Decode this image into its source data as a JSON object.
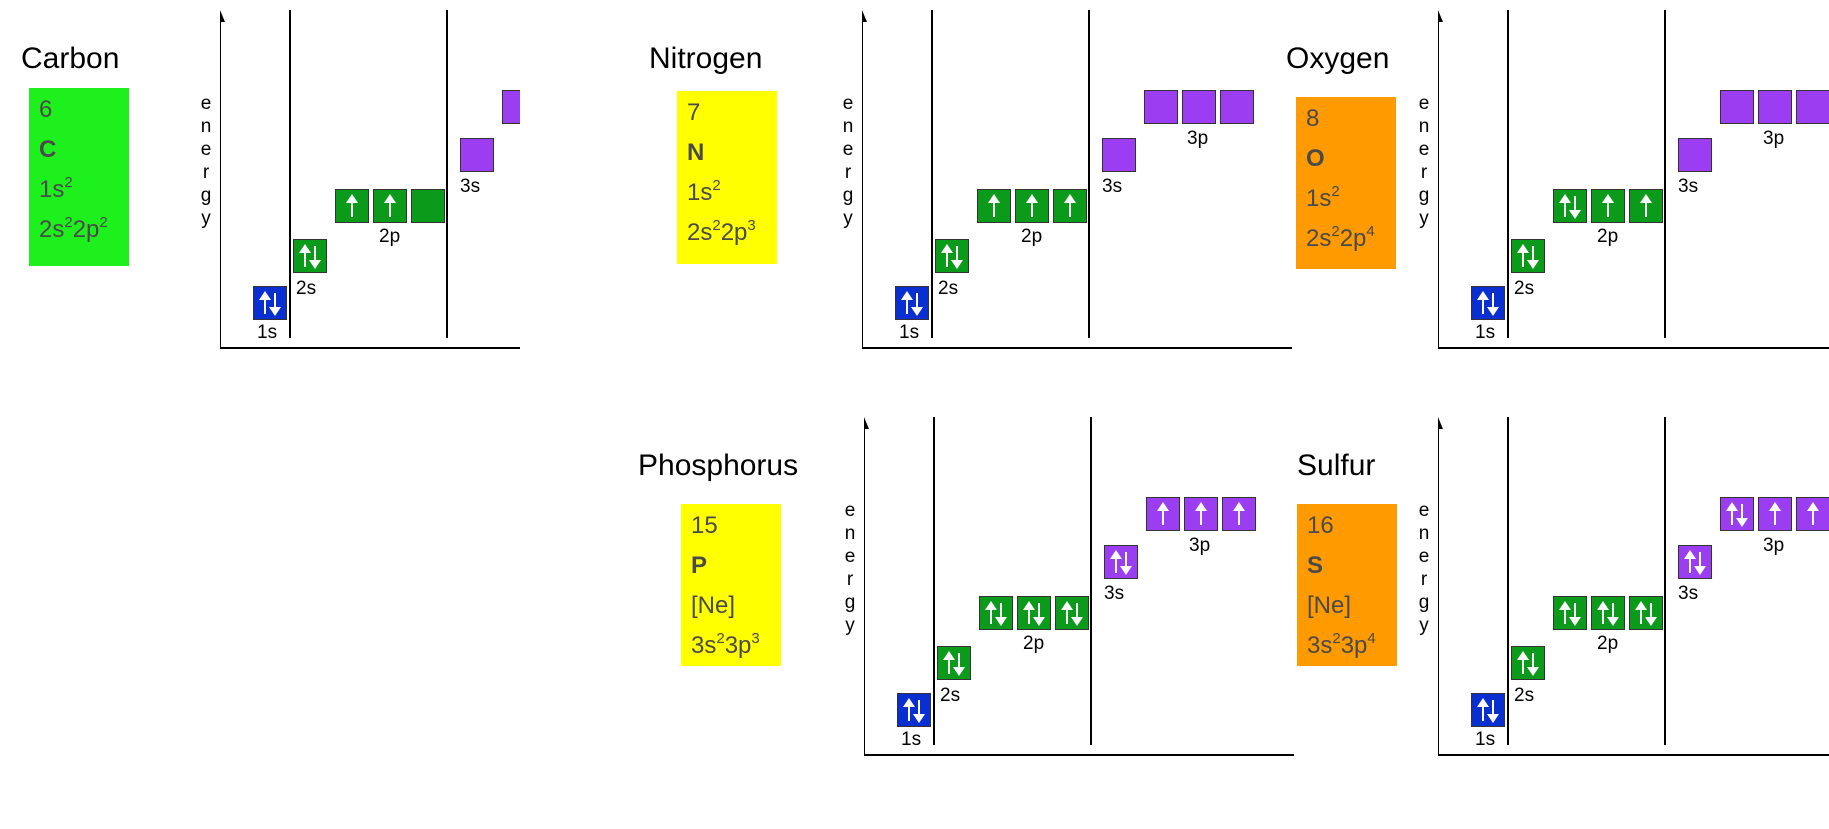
{
  "energy_label": "energy",
  "orbital_labels": {
    "s1": "1s",
    "s2": "2s",
    "p2": "2p",
    "s3": "3s",
    "p3": "3p"
  },
  "colors": {
    "carbon_card": "#1ef01e",
    "nitrogen_card": "#ffff00",
    "oxygen_card": "#ff9a00",
    "orbital_1s": "#0a2fd0",
    "orbital_2": "#0c9a1a",
    "orbital_3": "#9b3df0"
  },
  "elements": [
    {
      "name": "Carbon",
      "number": "6",
      "symbol": "C",
      "line3": "1s",
      "line3_sup": "2",
      "line4": [
        {
          "b": "2s",
          "s": "2"
        },
        {
          "b": "2p",
          "s": "2"
        }
      ],
      "color": "#1ef01e",
      "electrons": {
        "1s": "ud",
        "2s": "ud",
        "2p": [
          "u",
          "u",
          ""
        ],
        "3s": "",
        "3p": [
          "",
          "",
          ""
        ]
      }
    },
    {
      "name": "Nitrogen",
      "number": "7",
      "symbol": "N",
      "line3": "1s",
      "line3_sup": "2",
      "line4": [
        {
          "b": "2s",
          "s": "2"
        },
        {
          "b": "2p",
          "s": "3"
        }
      ],
      "color": "#ffff00",
      "electrons": {
        "1s": "ud",
        "2s": "ud",
        "2p": [
          "u",
          "u",
          "u"
        ],
        "3s": "",
        "3p": [
          "",
          "",
          ""
        ]
      }
    },
    {
      "name": "Oxygen",
      "number": "8",
      "symbol": "O",
      "line3": "1s",
      "line3_sup": "2",
      "line4": [
        {
          "b": "2s",
          "s": "2"
        },
        {
          "b": "2p",
          "s": "4"
        }
      ],
      "color": "#ff9a00",
      "electrons": {
        "1s": "ud",
        "2s": "ud",
        "2p": [
          "ud",
          "u",
          "u"
        ],
        "3s": "",
        "3p": [
          "",
          "",
          ""
        ]
      }
    },
    {
      "name": "Phosphorus",
      "number": "15",
      "symbol": "P",
      "line3": "[Ne]",
      "line3_sup": "",
      "line4": [
        {
          "b": "3s",
          "s": "2"
        },
        {
          "b": "3p",
          "s": "3"
        }
      ],
      "color": "#ffff00",
      "electrons": {
        "1s": "ud",
        "2s": "ud",
        "2p": [
          "ud",
          "ud",
          "ud"
        ],
        "3s": "ud",
        "3p": [
          "u",
          "u",
          "u"
        ]
      }
    },
    {
      "name": "Sulfur",
      "number": "16",
      "symbol": "S",
      "line3": "[Ne]",
      "line3_sup": "",
      "line4": [
        {
          "b": "3s",
          "s": "2"
        },
        {
          "b": "3p",
          "s": "4"
        }
      ],
      "color": "#ff9a00",
      "electrons": {
        "1s": "ud",
        "2s": "ud",
        "2p": [
          "ud",
          "ud",
          "ud"
        ],
        "3s": "ud",
        "3p": [
          "ud",
          "u",
          "u"
        ]
      }
    }
  ]
}
